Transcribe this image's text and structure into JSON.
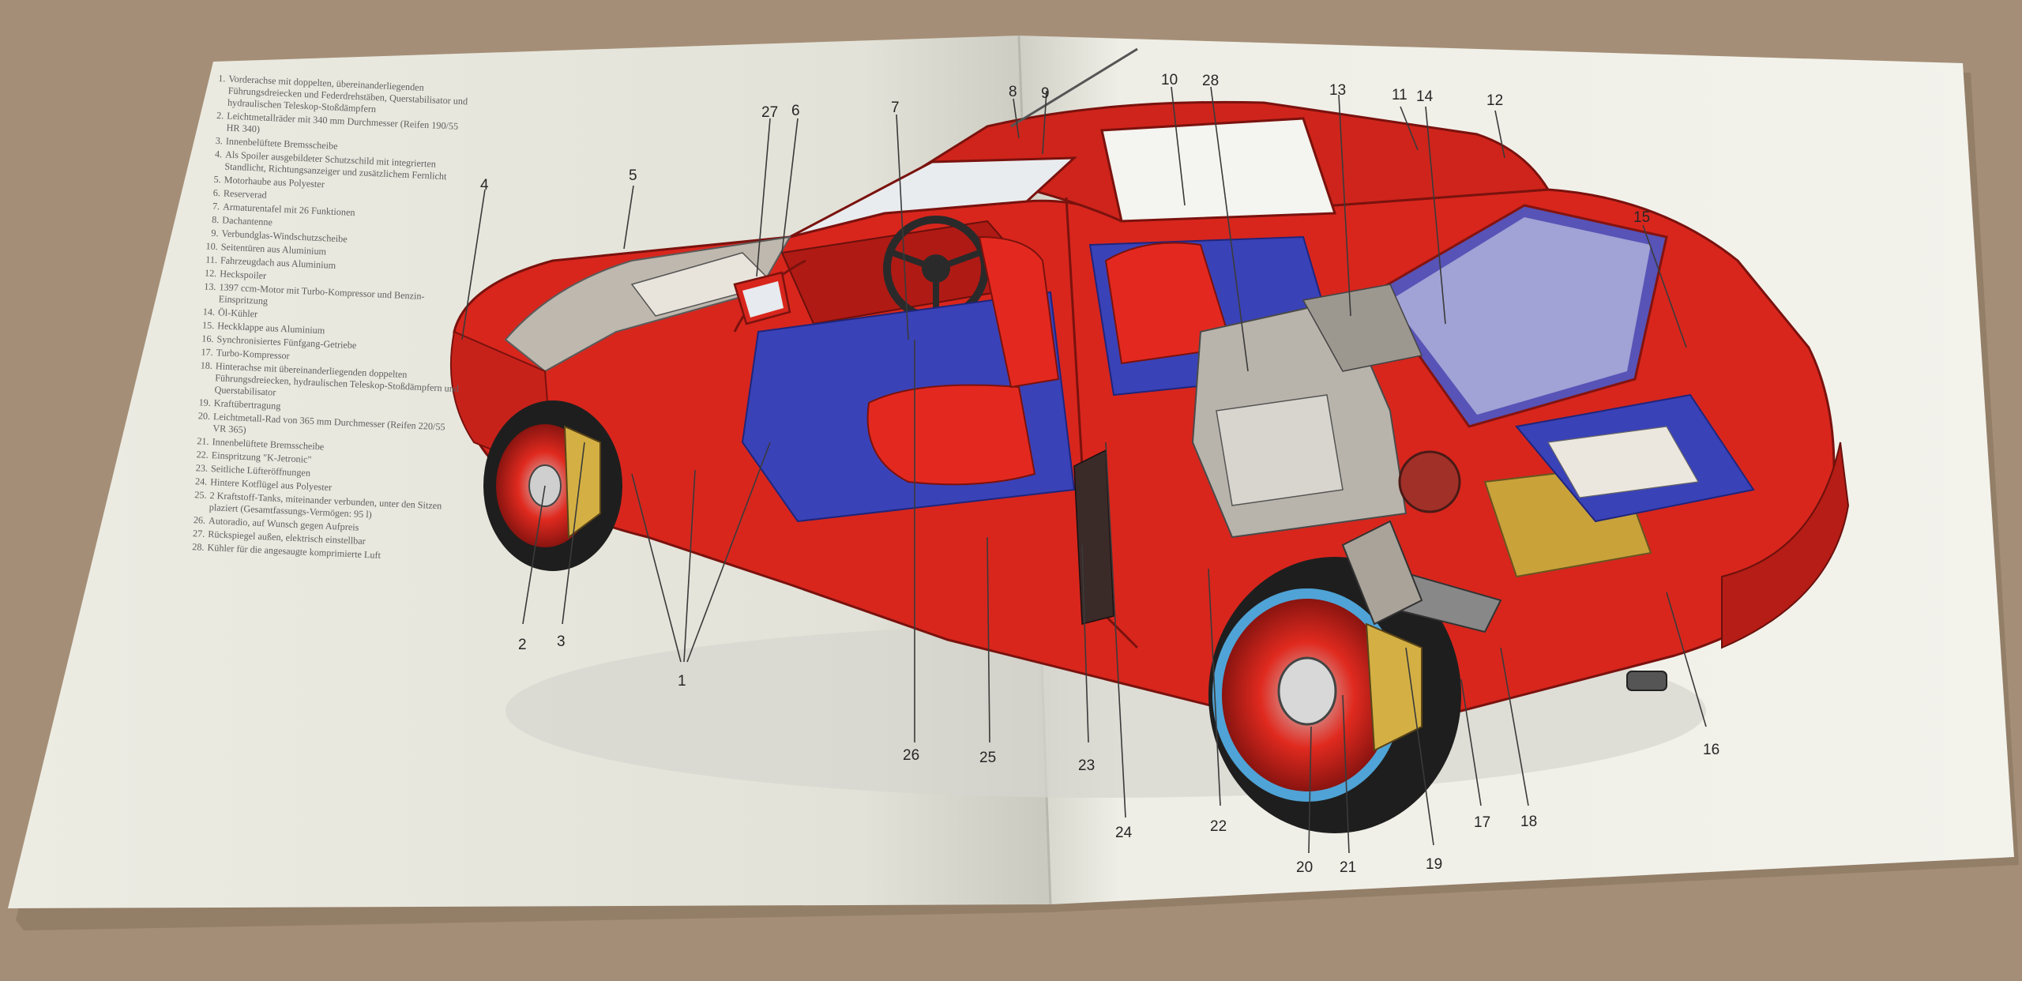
{
  "legend": [
    {
      "n": "1.",
      "t": "Vorderachse mit doppelten, übereinanderliegenden Führungsdreiecken und Federdrehstäben, Querstabilisator und hydraulischen Teleskop-Stoßdämpfern"
    },
    {
      "n": "2.",
      "t": "Leichtmetallräder mit 340 mm Durchmesser (Reifen 190/55 HR 340)"
    },
    {
      "n": "3.",
      "t": "Innenbelüftete Bremsscheibe"
    },
    {
      "n": "4.",
      "t": "Als Spoiler ausgebildeter Schutzschild mit integrierten Standlicht, Richtungsanzeiger und zusätzlichem Fernlicht"
    },
    {
      "n": "5.",
      "t": "Motorhaube aus Polyester"
    },
    {
      "n": "6.",
      "t": "Reserverad"
    },
    {
      "n": "7.",
      "t": "Armaturentafel mit 26 Funktionen"
    },
    {
      "n": "8.",
      "t": "Dachantenne"
    },
    {
      "n": "9.",
      "t": "Verbundglas-Windschutzscheibe"
    },
    {
      "n": "10.",
      "t": "Seitentüren aus Aluminium"
    },
    {
      "n": "11.",
      "t": "Fahrzeugdach aus Aluminium"
    },
    {
      "n": "12.",
      "t": "Heckspoiler"
    },
    {
      "n": "13.",
      "t": "1397 ccm-Motor mit Turbo-Kompressor und Benzin-Einspritzung"
    },
    {
      "n": "14.",
      "t": "Öl-Kühler"
    },
    {
      "n": "15.",
      "t": "Heckklappe aus Aluminium"
    },
    {
      "n": "16.",
      "t": "Synchronisiertes Fünfgang-Getriebe"
    },
    {
      "n": "17.",
      "t": "Turbo-Kompressor"
    },
    {
      "n": "18.",
      "t": "Hinterachse mit übereinanderliegenden doppelten Führungsdreiecken, hydraulischen Teleskop-Stoßdämpfern und Querstabilisator"
    },
    {
      "n": "19.",
      "t": "Kraftübertragung"
    },
    {
      "n": "20.",
      "t": "Leichtmetall-Rad von 365 mm Durchmesser (Reifen 220/55 VR 365)"
    },
    {
      "n": "21.",
      "t": "Innenbelüftete Bremsscheibe"
    },
    {
      "n": "22.",
      "t": "Einspritzung \"K-Jetronic\""
    },
    {
      "n": "23.",
      "t": "Seitliche Lüfteröffnungen"
    },
    {
      "n": "24.",
      "t": "Hintere Kotflügel aus Polyester"
    },
    {
      "n": "25.",
      "t": "2 Kraftstoff-Tanks, miteinander verbunden, unter den Sitzen plaziert (Gesamtfassungs-Vermögen: 95 l)"
    },
    {
      "n": "26.",
      "t": "Autoradio, auf Wunsch gegen Aufpreis"
    },
    {
      "n": "27.",
      "t": "Rückspiegel außen, elektrisch einstellbar"
    },
    {
      "n": "28.",
      "t": "Kühler für die angesaugte komprimierte Luft"
    }
  ],
  "callouts": [
    "1",
    "2",
    "3",
    "4",
    "5",
    "6",
    "7",
    "8",
    "9",
    "10",
    "11",
    "12",
    "13",
    "14",
    "15",
    "16",
    "17",
    "18",
    "19",
    "20",
    "21",
    "22",
    "23",
    "24",
    "25",
    "26",
    "27",
    "28"
  ],
  "colors": {
    "table": "#a9927a",
    "paper": "#f1f1ea",
    "car_red": "#d8261d",
    "interior_blue": "#3a42b8",
    "text_gray": "#5f5f5f"
  }
}
